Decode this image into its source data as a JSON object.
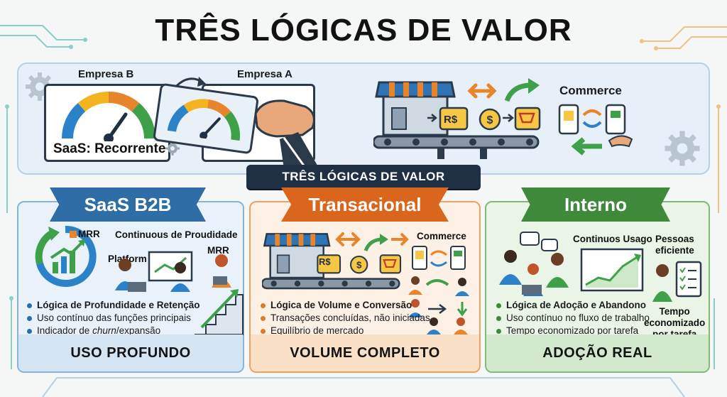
{
  "title": "TRÊS LÓGICAS DE VALOR",
  "top": {
    "empresa_b": "Empresa B",
    "empresa_a": "Empresa A",
    "saas_label": "SaaS: Recorrente",
    "commerce": "Commerce",
    "currency": "R$"
  },
  "banner": "TRÊS LÓGICAS DE VALOR",
  "columns": {
    "saas": {
      "ribbon": "SaaS B2B",
      "mrr_small": "MRR",
      "continuous": "Continuous de Proudidade",
      "platform": "Platform",
      "mrr": "MRR",
      "bullets": [
        "Lógica de Profundidade e Retenção",
        "Uso contínuo das funções principais",
        "Indicador de churn/expansão"
      ],
      "footer": "USO PROFUNDO"
    },
    "trans": {
      "ribbon": "Transacional",
      "commerce": "Commerce",
      "currency": "R$",
      "bullets": [
        "Lógica de Volume e Conversão",
        "Transações concluídas, não iniciadas",
        "Equilíbrio de mercado"
      ],
      "footer": "VOLUME COMPLETO"
    },
    "interno": {
      "ribbon": "Interno",
      "continuos": "Continuos Usago",
      "pessoas_1": "Pessoas",
      "pessoas_2": "eficiente",
      "bullets": [
        "Lógica de Adoção e Abandono",
        "Uso contínuo no fluxo de trabalho",
        "Tempo economizado por tarefa"
      ],
      "tempo_1": "Tempo",
      "tempo_2": "economizado",
      "tempo_3": "por tarefa",
      "footer": "ADOÇÃO REAL"
    }
  },
  "colors": {
    "blue": "#2e6da5",
    "orange": "#d9661c",
    "green": "#3f8a3a",
    "navy": "#1f2f44"
  }
}
